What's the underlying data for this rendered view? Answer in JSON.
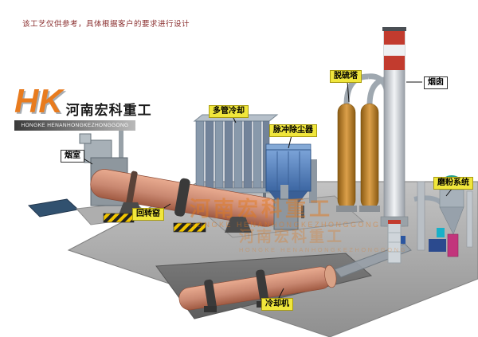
{
  "disclaimer": "该工艺仅供参考，具体根据客户的要求进行设计",
  "logo": {
    "monogram": "HK",
    "company_cn": "河南宏科重工",
    "company_en": "HONGKE HENANHONGKEZHONGGONG"
  },
  "watermark": {
    "company_cn": "河南宏科重工",
    "company_en": "HONGKE HENANHONGKEZHONGGONG"
  },
  "equipment_labels": {
    "smoke_chamber": "烟室",
    "rotary_kiln": "回转窑",
    "multi_tube_cooler": "多管冷却",
    "pulse_dust_collector": "脉冲除尘器",
    "desulfurization_tower": "脱硫塔",
    "chimney": "烟囱",
    "grinding_system": "磨粉系统",
    "cooling_machine": "冷却机"
  },
  "colors": {
    "labelYellow": "#f0e63c",
    "kilnSalmon": "#c98871",
    "chimneyRed": "#c23b2e",
    "collectorBlue": "#4a76b4",
    "towerOrange": "#c4842e",
    "logoOrange": "#e87b1e",
    "watermarkOrange": "#e07a20",
    "platformGray": "#a9a9a9"
  }
}
